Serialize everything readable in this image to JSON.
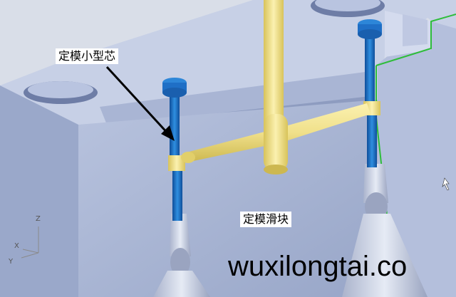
{
  "annotations": {
    "core_label": "定模小型芯",
    "slide_label": "定模滑块"
  },
  "watermark": "wuxilongtai.co",
  "axes": {
    "z": "Z",
    "x": "X",
    "y": "Y"
  },
  "colors": {
    "mold_face": "#aab6d4",
    "mold_shadow": "#8e9cc0",
    "pin_blue": "#1f6fc6",
    "pin_head": "#2d86d8",
    "runner_yellow": "#f0e08a",
    "runner_shade": "#d8c35a",
    "edge_green": "#2ebd3a",
    "insert_grey": "#c9d2ea"
  }
}
